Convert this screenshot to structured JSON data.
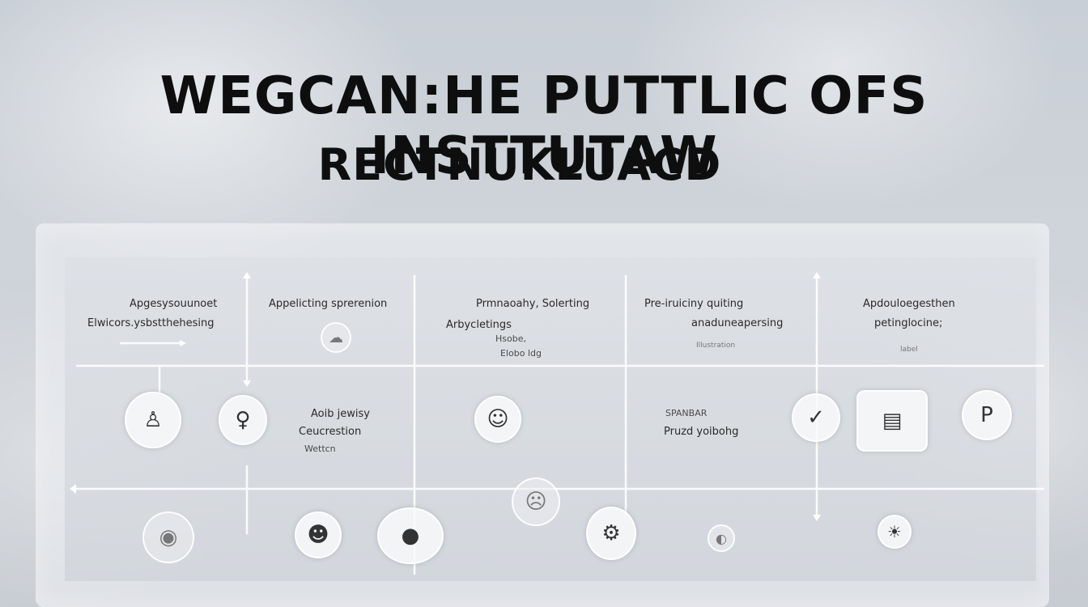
{
  "title": {
    "line1": "WEGCAN:HE PUTTLIC OFS INSTTUTAW",
    "line2": "RECTNUKLUACD"
  },
  "columns": [
    {
      "heading": "Apgesysouunoet",
      "sub": "Elwicors.ysbstthehesing"
    },
    {
      "heading": "Appelicting sprerenion",
      "sub": ""
    },
    {
      "heading": "Prmnaoahy, Solerting",
      "sub": "Arbycletings",
      "sub2": "Hsobe,",
      "sub3": "Elobo ldg"
    },
    {
      "heading": "Pre-iruiciny quiting",
      "sub": "anaduneapersing",
      "sub2": "Illustration"
    },
    {
      "heading": "Apdouloegesthen",
      "sub": "petinglocine;",
      "sub2": "label"
    }
  ],
  "mid_labels": {
    "left": {
      "line1": "Aoib jewisy",
      "line2": "Ceucrestion",
      "line3": "Wettcn"
    },
    "right": {
      "line1": "SPANBAR",
      "line2": "Pruzd yoibohg"
    }
  },
  "icons": [
    {
      "name": "cloud-icon",
      "glyph": "☁"
    },
    {
      "name": "person-icon",
      "glyph": "♙"
    },
    {
      "name": "figure-icon",
      "glyph": "♀"
    },
    {
      "name": "people-icon",
      "glyph": "☺"
    },
    {
      "name": "check-icon",
      "glyph": "✓"
    },
    {
      "name": "document-icon",
      "glyph": "▤"
    },
    {
      "name": "profile-icon",
      "glyph": "P"
    },
    {
      "name": "clock-icon",
      "glyph": "◉"
    },
    {
      "name": "group-icon",
      "glyph": "☻"
    },
    {
      "name": "bulb-icon",
      "glyph": "●"
    },
    {
      "name": "face-icon",
      "glyph": "☹"
    },
    {
      "name": "gear-icon",
      "glyph": "⚙"
    },
    {
      "name": "globe-icon",
      "glyph": "◐"
    },
    {
      "name": "light-icon",
      "glyph": "☀"
    }
  ],
  "colors": {
    "line": "#ffffff",
    "text": "#0e0e0e"
  }
}
